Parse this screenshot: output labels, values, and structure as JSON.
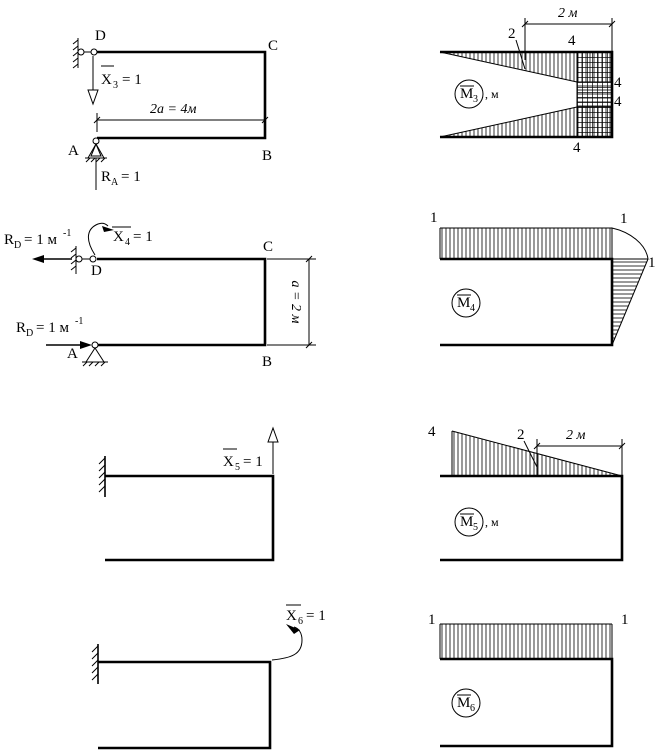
{
  "schemes": {
    "x3": {
      "top_left": "D",
      "top_right": "C",
      "bottom_left": "A",
      "bottom_right": "B",
      "force_sym": "X",
      "force_sub": "3",
      "force_val": "= 1",
      "span": "2a = 4м",
      "reaction_sym": "R",
      "reaction_sub": "A",
      "reaction_val": "= 1"
    },
    "x4": {
      "top_left": "D",
      "top_right": "C",
      "bottom_left": "A",
      "bottom_right": "B",
      "moment_sym": "X",
      "moment_sub": "4",
      "moment_val": "= 1",
      "reaction_top_sym": "R",
      "reaction_top_sub": "D",
      "reaction_top_val": "= 1 м",
      "reaction_top_exp": "-1",
      "reaction_bot_sym": "R",
      "reaction_bot_sub": "D",
      "reaction_bot_val": "= 1 м",
      "reaction_bot_exp": "-1",
      "height": "a = 2 м"
    },
    "x5": {
      "force_sym": "X",
      "force_sub": "5",
      "force_val": "= 1"
    },
    "x6": {
      "moment_sym": "X",
      "moment_sub": "6",
      "moment_val": "= 1"
    }
  },
  "diagrams": {
    "m3": {
      "sym": "M",
      "sub": "3",
      "unit": ", м",
      "labels": {
        "v2": "2",
        "top4": "4",
        "right4a": "4",
        "right4b": "4",
        "bottom4": "4"
      },
      "dim": "2 м"
    },
    "m4": {
      "sym": "M",
      "sub": "4",
      "unit": "",
      "labels": {
        "left1": "1",
        "corner1": "1",
        "right1": "1"
      }
    },
    "m5": {
      "sym": "M",
      "sub": "5",
      "unit": ", м",
      "labels": {
        "left4": "4",
        "mid2": "2"
      },
      "dim": "2 м"
    },
    "m6": {
      "sym": "M",
      "sub": "6",
      "unit": "",
      "labels": {
        "left1": "1",
        "right1": "1"
      }
    }
  }
}
